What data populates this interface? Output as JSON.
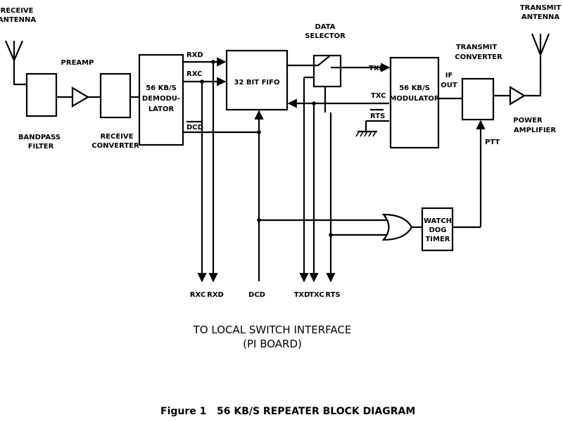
{
  "labels": {
    "receive_antenna": [
      "RECEIVE",
      "ANTENNA"
    ],
    "transmit_antenna": [
      "TRANSMIT",
      "ANTENNA"
    ],
    "preamp": "PREAMP",
    "bandpass_filter": [
      "BANDPASS",
      "FILTER"
    ],
    "receive_converter": [
      "RECEIVE",
      "CONVERTER"
    ],
    "demodulator": [
      "56 KB/S",
      "DEMODU-",
      "LATOR"
    ],
    "fifo": "32 BIT FIFO",
    "data_selector": [
      "DATA",
      "SELECTOR"
    ],
    "modulator": [
      "56 KB/S",
      "MODULATOR"
    ],
    "transmit_converter": [
      "TRANSMIT",
      "CONVERTER"
    ],
    "if_out": [
      "IF",
      "OUT"
    ],
    "power_amplifier": [
      "POWER",
      "AMPLIFIER"
    ],
    "watchdog": [
      "WATCH",
      "DOG",
      "TIMER"
    ],
    "ptt": "PTT",
    "sig_rxd": "RXD",
    "sig_rxc": "RXC",
    "sig_dcd": "DCD",
    "sig_txd": "TXD",
    "sig_txc": "TXC",
    "sig_rts": "RTS",
    "bottom_rxc": "RXC",
    "bottom_rxd": "RXD",
    "bottom_dcd": "DCD",
    "bottom_txd": "TXD",
    "bottom_txc": "TXC",
    "bottom_rts": "RTS"
  },
  "interface_caption": [
    "TO LOCAL SWITCH INTERFACE",
    "(PI BOARD)"
  ],
  "figure_caption": "Figure 1   56 KB/S REPEATER BLOCK DIAGRAM"
}
